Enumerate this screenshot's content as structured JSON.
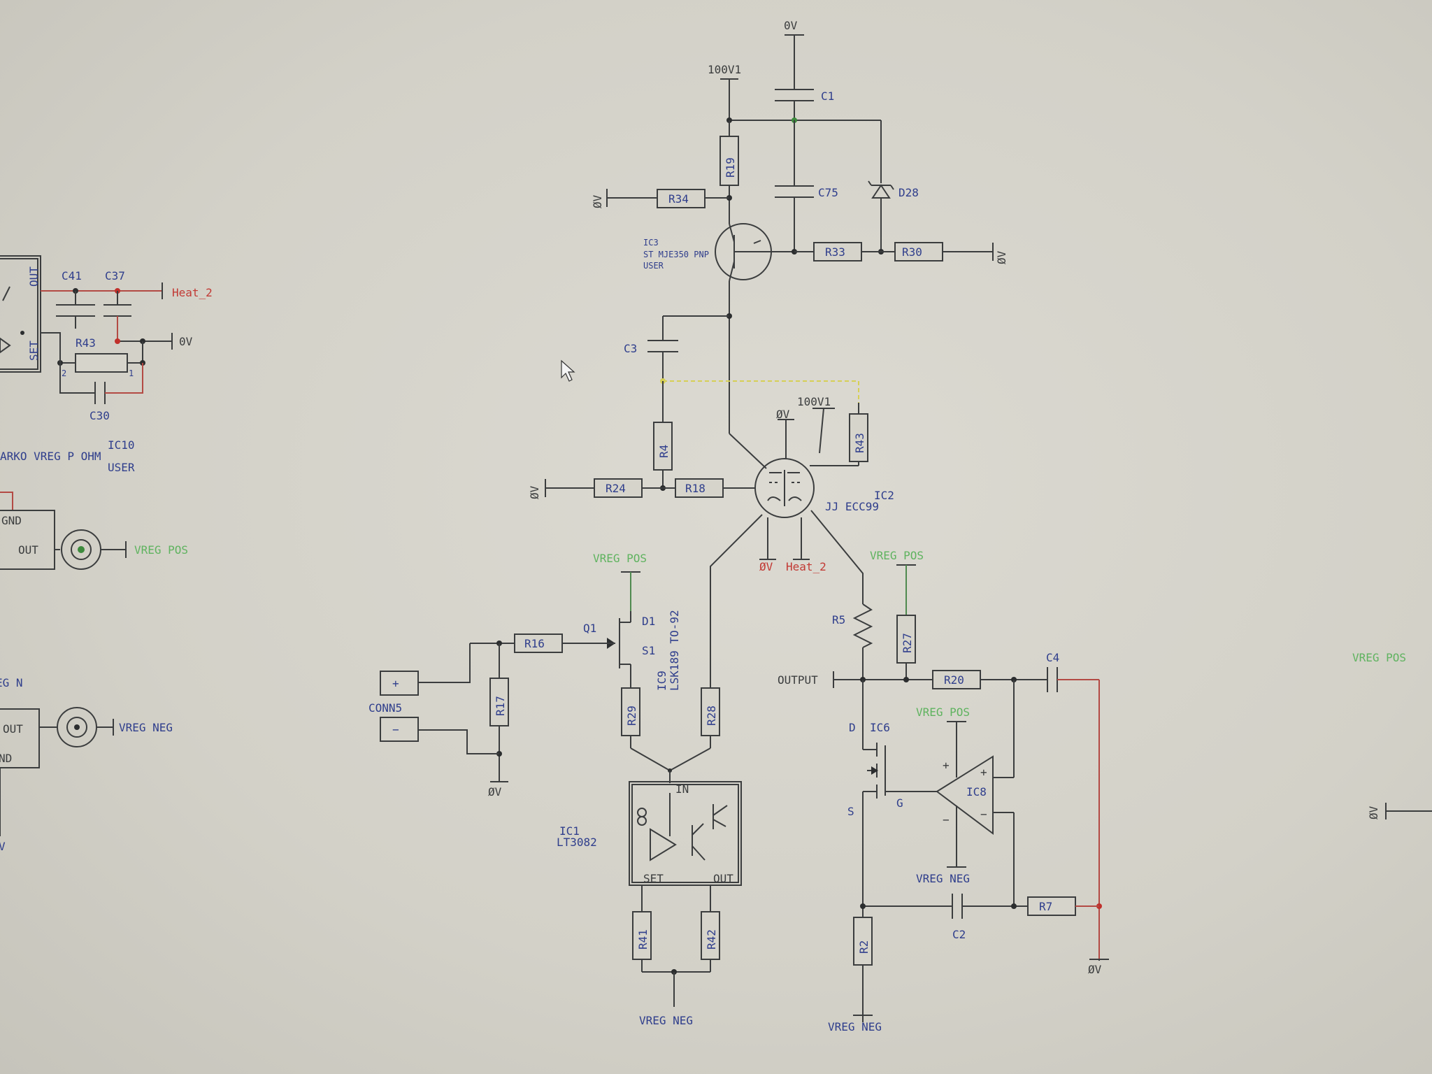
{
  "components": {
    "c1": "C1",
    "c75": "C75",
    "d28": "D28",
    "r19": "R19",
    "r34": "R34",
    "r33": "R33",
    "r30": "R30",
    "ic3_ref": "IC3",
    "ic3_value": "ST MJE350 PNP",
    "ic3_lib": "USER",
    "c3": "C3",
    "r4": "R4",
    "r43_main": "R43",
    "r24": "R24",
    "r18": "R18",
    "ic2_ref": "IC2",
    "ic2_value": "JJ ECC99",
    "r16": "R16",
    "r17": "R17",
    "q1": "Q1",
    "d1": "D1",
    "s1": "S1",
    "ic9_ref": "IC9",
    "ic9_value": "LSK189 TO-92",
    "r29": "R29",
    "r28": "R28",
    "conn5": "CONN5",
    "ic1_ref": "IC1",
    "ic1_value": "LT3082",
    "ic1_in": "IN",
    "ic1_set": "SET",
    "ic1_out": "OUT",
    "r41": "R41",
    "r42": "R42",
    "r5": "R5",
    "r27": "R27",
    "r20": "R20",
    "c4": "C4",
    "ic6_ref": "IC6",
    "ic6_d": "D",
    "ic6_s": "S",
    "ic6_g": "G",
    "ic8_ref": "IC8",
    "c2": "C2",
    "r7": "R7",
    "r2": "R2",
    "c41": "C41",
    "c37": "C37",
    "r43_left": "R43",
    "c30": "C30",
    "ic10_ref": "IC10",
    "ic10_value": "ARKO VREG P OHM",
    "ic10_lib": "USER",
    "reg_out": "OUT",
    "reg_set": "SET",
    "reg_pin1": "1",
    "reg_pin2": "2",
    "reg2_gnd": "GND",
    "reg2_out": "OUT",
    "reg3_out": "OUT",
    "reg3_gnd": "ND"
  },
  "nets": {
    "zero_v": "0V",
    "zero_v_alt": "ØV",
    "v100": "100V1",
    "heat2": "Heat_2",
    "vreg_pos": "VREG POS",
    "vreg_neg": "VREG NEG",
    "vreg_n_partial": "EG N",
    "output": "OUTPUT",
    "v_partial": "V"
  },
  "colors": {
    "wire": "#3b3d3e",
    "component_label": "#2f3e8c",
    "power_net": "#5fb35f",
    "heater_net": "#c23a35",
    "canvas": "#d7d5cc"
  }
}
